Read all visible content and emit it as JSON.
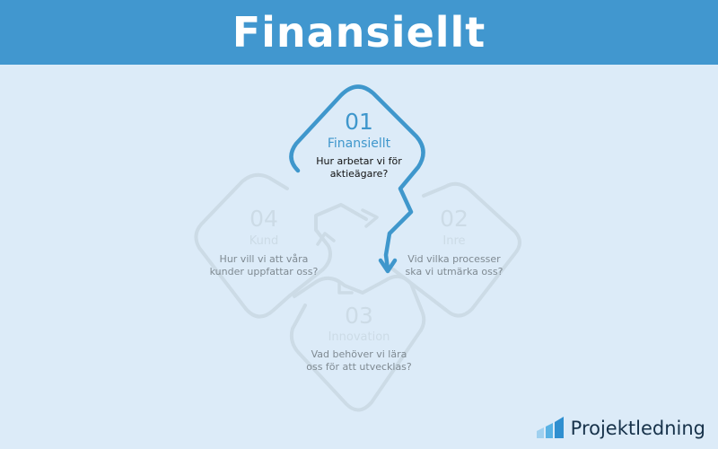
{
  "header": {
    "title": "Finansiellt"
  },
  "diagram": {
    "segments": [
      {
        "number": "01",
        "title": "Finansiellt",
        "question_line1": "Hur arbetar vi för",
        "question_line2": "aktieägare?",
        "active": true
      },
      {
        "number": "02",
        "title": "Inre",
        "question_line1": "Vid vilka processer",
        "question_line2": "ska vi utmärka oss?",
        "active": false
      },
      {
        "number": "03",
        "title": "Innovation",
        "question_line1": "Vad behöver vi lära",
        "question_line2": "oss för att utvecklas?",
        "active": false
      },
      {
        "number": "04",
        "title": "Kund",
        "question_line1": "Hur vill vi att våra",
        "question_line2": "kunder uppfattar oss?",
        "active": false
      }
    ],
    "colors": {
      "active": "#3f97cc",
      "inactive": "#ccdbe6",
      "dark_text": "#111111",
      "faded_text": "#7f8a92"
    }
  },
  "brand": {
    "name": "Projektledning",
    "icon": "bar-chart-logo-icon"
  }
}
